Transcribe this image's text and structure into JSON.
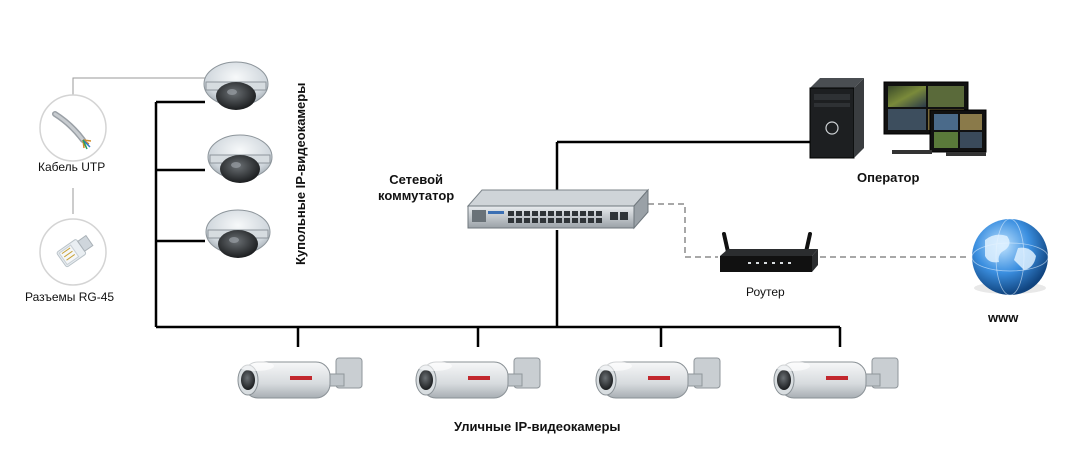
{
  "labels": {
    "cable": "Кабель UTP",
    "connectors": "Разъемы RG-45",
    "dome_cameras": "Купольные IP-видеокамеры",
    "switch": "Сетевой\nкоммутатор",
    "operator": "Оператор",
    "router": "Роутер",
    "internet": "www",
    "street_cameras": "Уличные IP-видеокамеры"
  },
  "colors": {
    "cable": "#000000",
    "wireless_link": "#a8a8a8",
    "camera_body": "#e8ecef",
    "globe": "#2f7fd0"
  },
  "icons": {
    "cable": "utp-cable-icon",
    "connector": "rj45-connector-icon",
    "dome_camera": "dome-camera-icon",
    "switch": "network-switch-icon",
    "pc": "desktop-pc-icon",
    "monitors": "surveillance-monitors-icon",
    "router": "wifi-router-icon",
    "globe": "globe-icon",
    "bullet_camera": "bullet-camera-icon"
  }
}
